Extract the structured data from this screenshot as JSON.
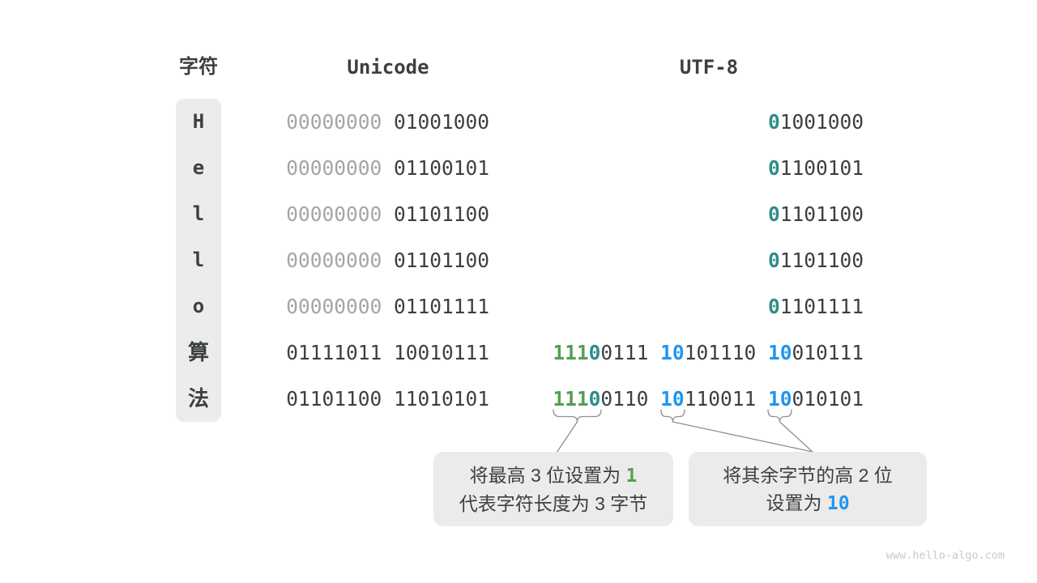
{
  "header": {
    "char_col": "字符",
    "unicode_col": "Unicode",
    "utf8_col": "UTF-8"
  },
  "colors": {
    "dark": "#3c4043",
    "gray": "#a5a5a5",
    "green": "#559e53",
    "teal": "#2d8e87",
    "blue": "#2096f0",
    "char_column_bg": "#ececec",
    "callout_bg": "#ebebeb",
    "connector": "#8f8f8f",
    "watermark": "#c9c9c9"
  },
  "table": {
    "rows": [
      {
        "char": "H",
        "unicode": [
          {
            "t": "00000000",
            "c": "gray"
          },
          {
            "t": "01001000",
            "c": "dark"
          }
        ],
        "utf8": [
          [
            {
              "t": "0",
              "c": "teal"
            },
            {
              "t": "1001000",
              "c": "dark"
            }
          ]
        ]
      },
      {
        "char": "e",
        "unicode": [
          {
            "t": "00000000",
            "c": "gray"
          },
          {
            "t": "01100101",
            "c": "dark"
          }
        ],
        "utf8": [
          [
            {
              "t": "0",
              "c": "teal"
            },
            {
              "t": "1100101",
              "c": "dark"
            }
          ]
        ]
      },
      {
        "char": "l",
        "unicode": [
          {
            "t": "00000000",
            "c": "gray"
          },
          {
            "t": "01101100",
            "c": "dark"
          }
        ],
        "utf8": [
          [
            {
              "t": "0",
              "c": "teal"
            },
            {
              "t": "1101100",
              "c": "dark"
            }
          ]
        ]
      },
      {
        "char": "l",
        "unicode": [
          {
            "t": "00000000",
            "c": "gray"
          },
          {
            "t": "01101100",
            "c": "dark"
          }
        ],
        "utf8": [
          [
            {
              "t": "0",
              "c": "teal"
            },
            {
              "t": "1101100",
              "c": "dark"
            }
          ]
        ]
      },
      {
        "char": "o",
        "unicode": [
          {
            "t": "00000000",
            "c": "gray"
          },
          {
            "t": "01101111",
            "c": "dark"
          }
        ],
        "utf8": [
          [
            {
              "t": "0",
              "c": "teal"
            },
            {
              "t": "1101111",
              "c": "dark"
            }
          ]
        ]
      },
      {
        "char": "算",
        "unicode": [
          {
            "t": "01111011",
            "c": "dark"
          },
          {
            "t": "10010111",
            "c": "dark"
          }
        ],
        "utf8": [
          [
            {
              "t": "111",
              "c": "green"
            },
            {
              "t": "0",
              "c": "teal"
            },
            {
              "t": "0111",
              "c": "dark"
            }
          ],
          [
            {
              "t": "10",
              "c": "blue"
            },
            {
              "t": "101110",
              "c": "dark"
            }
          ],
          [
            {
              "t": "10",
              "c": "blue"
            },
            {
              "t": "010111",
              "c": "dark"
            }
          ]
        ]
      },
      {
        "char": "法",
        "unicode": [
          {
            "t": "01101100",
            "c": "dark"
          },
          {
            "t": "11010101",
            "c": "dark"
          }
        ],
        "utf8": [
          [
            {
              "t": "111",
              "c": "green"
            },
            {
              "t": "0",
              "c": "teal"
            },
            {
              "t": "0110",
              "c": "dark"
            }
          ],
          [
            {
              "t": "10",
              "c": "blue"
            },
            {
              "t": "110011",
              "c": "dark"
            }
          ],
          [
            {
              "t": "10",
              "c": "blue"
            },
            {
              "t": "010101",
              "c": "dark"
            }
          ]
        ]
      }
    ]
  },
  "callouts": {
    "left": {
      "line1_text": "将最高 3 位设置为 ",
      "line1_highlight": "1",
      "line2": "代表字符长度为 3 字节"
    },
    "right": {
      "line1": "将其余字节的高 2 位",
      "line2_text": "设置为 ",
      "line2_highlight": "10"
    }
  },
  "watermark": "www.hello-algo.com"
}
